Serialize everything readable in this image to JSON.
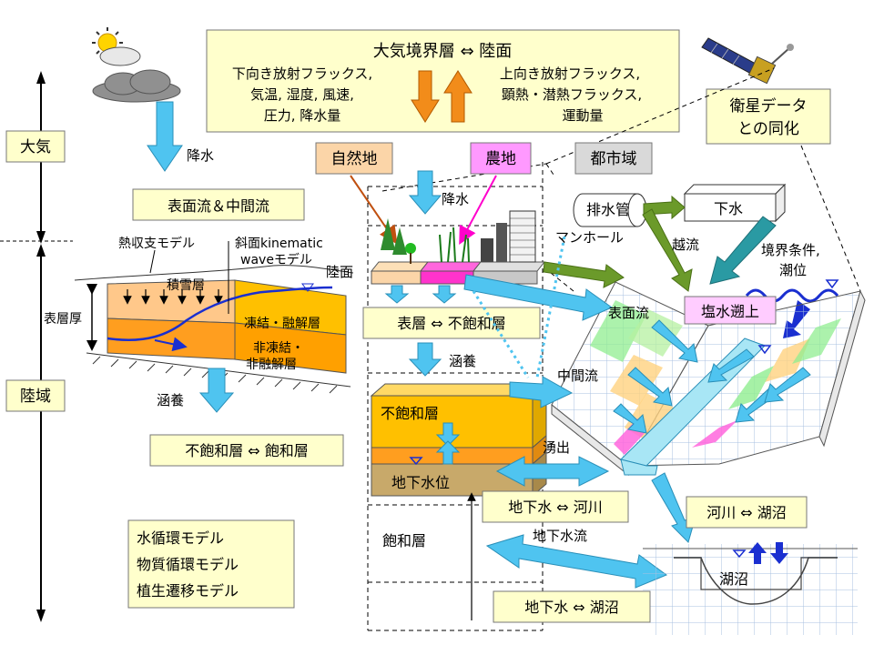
{
  "atmosphere_label": "大気",
  "land_label": "陸域",
  "boundary": {
    "title": "大気境界層 ⇔ 陸面",
    "down_lines": [
      "下向き放射フラックス,",
      "気温, 湿度, 風速,",
      "圧力, 降水量"
    ],
    "up_lines": [
      "上向き放射フラックス,",
      "顕熱・潜熱フラックス,",
      "運動量"
    ]
  },
  "satellite_lines": [
    "衛星データ",
    "との同化"
  ],
  "precip_left": "降水",
  "precip_center": "降水",
  "surface_interflow": "表面流＆中間流",
  "snow_model": {
    "heat_balance": "熱収支モデル",
    "kinematic_line1": "斜面kinematic",
    "kinematic_line2": "waveモデル",
    "snow_layer": "積雪層",
    "surface_depth": "表層厚",
    "frozen": "凍結・融解層",
    "unfrozen_line1": "非凍結・",
    "unfrozen_line2": "非融解層"
  },
  "recharge_left": "涵養",
  "recharge_center": "涵養",
  "unsat_sat_left": "不飽和層 ⇔ 飽和層",
  "models": [
    "水循環モデル",
    "物質循環モデル",
    "植生遷移モデル"
  ],
  "landuse": {
    "natural": "自然地",
    "farm": "農地",
    "urban": "都市域"
  },
  "land_surface": "陸面",
  "surface_unsat": "表層 ⇔ 不飽和層",
  "unsat_layer": "不飽和層",
  "groundwater_level": "地下水位",
  "sat_layer": "飽和層",
  "drain": "排水管",
  "manhole": "マンホール",
  "sewer": "下水",
  "overflow": "越流",
  "boundary_condition": "境界条件,",
  "tide_level": "潮位",
  "saltwater": "塩水遡上",
  "surface_flow": "表面流",
  "interflow": "中間流",
  "exfiltration": "湧出",
  "gw_river": "地下水 ⇔ 河川",
  "gw_flow": "地下水流",
  "river_lake": "河川 ⇔ 湖沼",
  "lake": "湖沼",
  "gw_lake": "地下水 ⇔ 湖沼",
  "colors": {
    "cyan_arrow": "#4fc4f0",
    "orange_arrow": "#f28c1a",
    "green_arrow": "#6b9a2a",
    "teal_arrow": "#2a9aa3",
    "box_fill": "#ffffcc",
    "unsat_yellow": "#ffc000",
    "gw_tan": "#c8a96a",
    "farm_magenta": "#ff33cc",
    "natural_fill": "#fbd5a8"
  }
}
